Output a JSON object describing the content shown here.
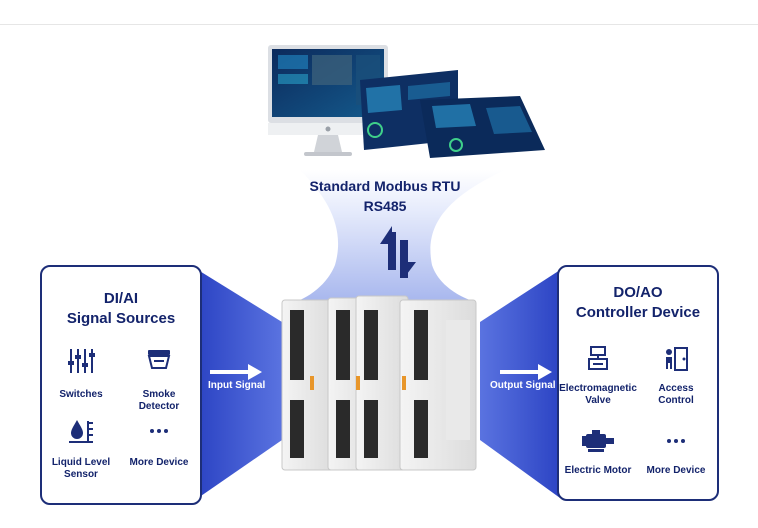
{
  "top": {
    "protocol_line1": "Standard Modbus RTU",
    "protocol_line2": "RS485"
  },
  "left_panel": {
    "title_line1": "DI/AI",
    "title_line2": "Signal Sources",
    "items": [
      {
        "label": "Switches",
        "icon": "switches-icon"
      },
      {
        "label": "Smoke Detector",
        "icon": "smoke-detector-icon"
      },
      {
        "label": "Liquid Level Sensor",
        "icon": "liquid-level-icon"
      },
      {
        "label": "More Device",
        "icon": "more-icon"
      }
    ]
  },
  "right_panel": {
    "title_line1": "DO/AO",
    "title_line2": "Controller Device",
    "items": [
      {
        "label": "Electromagnetic Valve",
        "icon": "valve-icon"
      },
      {
        "label": "Access Control",
        "icon": "access-control-icon"
      },
      {
        "label": "Electric Motor",
        "icon": "electric-motor-icon"
      },
      {
        "label": "More Device",
        "icon": "more-icon"
      }
    ]
  },
  "signals": {
    "input": "Input Signal",
    "output": "Output Signal"
  },
  "colors": {
    "navy": "#13236b",
    "blue": "#2f4bc8",
    "light_blue": "#dfe6fb"
  }
}
